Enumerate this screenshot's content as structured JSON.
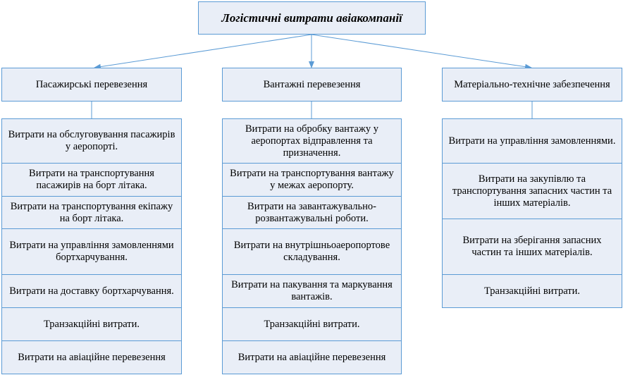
{
  "root": {
    "title": "Логістичні витрати авіакомпанії"
  },
  "columns": [
    {
      "header": "Пасажирські перевезення",
      "items": [
        "Витрати на обслуговування пасажирів у аеропорті.",
        "Витрати на транспортування пасажирів на борт літака.",
        "Витрати на транспортування екіпажу на борт літака.",
        "Витрати на управління замовленнями бортхарчування.",
        "Витрати на доставку бортхарчування.",
        "Транзакційні витрати.",
        "Витрати на авіаційне перевезення"
      ]
    },
    {
      "header": "Вантажні перевезення",
      "items": [
        "Витрати на обробку вантажу у аеропортах відправлення та призначення.",
        "Витрати на транспортування вантажу у межах аеропорту.",
        "Витрати на завантажувально-розвантажувальні роботи.",
        "Витрати на внутрішньоаеропортове складування.",
        "Витрати на пакування та маркування вантажів.",
        "Транзакційні витрати.",
        "Витрати на авіаційне перевезення"
      ]
    },
    {
      "header": "Матеріально-технічне забезпечення",
      "items": [
        "Витрати на управління замовленнями.",
        "Витрати на закупівлю та транспортування запасних частин та інших матеріалів.",
        "Витрати на зберігання запасних частин та інших матеріалів.",
        "Транзакційні витрати."
      ]
    }
  ],
  "colors": {
    "border": "#5b9bd5",
    "fill": "#e9eef7"
  }
}
